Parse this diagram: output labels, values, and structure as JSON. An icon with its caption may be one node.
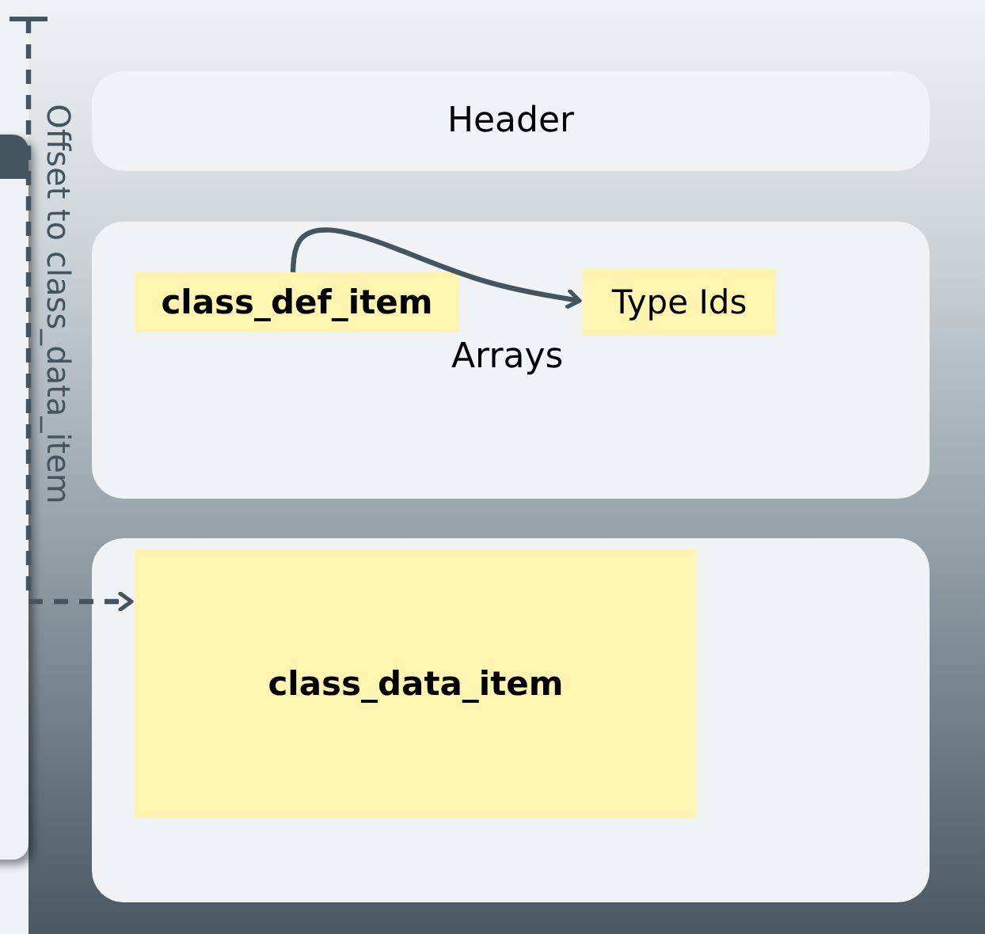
{
  "diagram": {
    "nodes": [
      {
        "text": [
          "Header"
        ]
      },
      {
        "text": [
          "Arrays"
        ]
      },
      {
        "text": [
          "class_def_item"
        ],
        "in": 1
      },
      {
        "text": [
          "Type Ids"
        ],
        "in": 1
      },
      {
        "text": [],
        "shape": "box"
      },
      {
        "text": [
          "class_data_item"
        ],
        "in": 4
      }
    ],
    "edges": [
      {
        "from": 2,
        "to": 3,
        "arrow": "to"
      },
      {
        "from": null,
        "to": 5,
        "arrow": "to",
        "style": "dashed",
        "label": "Offset to class_data_item"
      }
    ]
  }
}
